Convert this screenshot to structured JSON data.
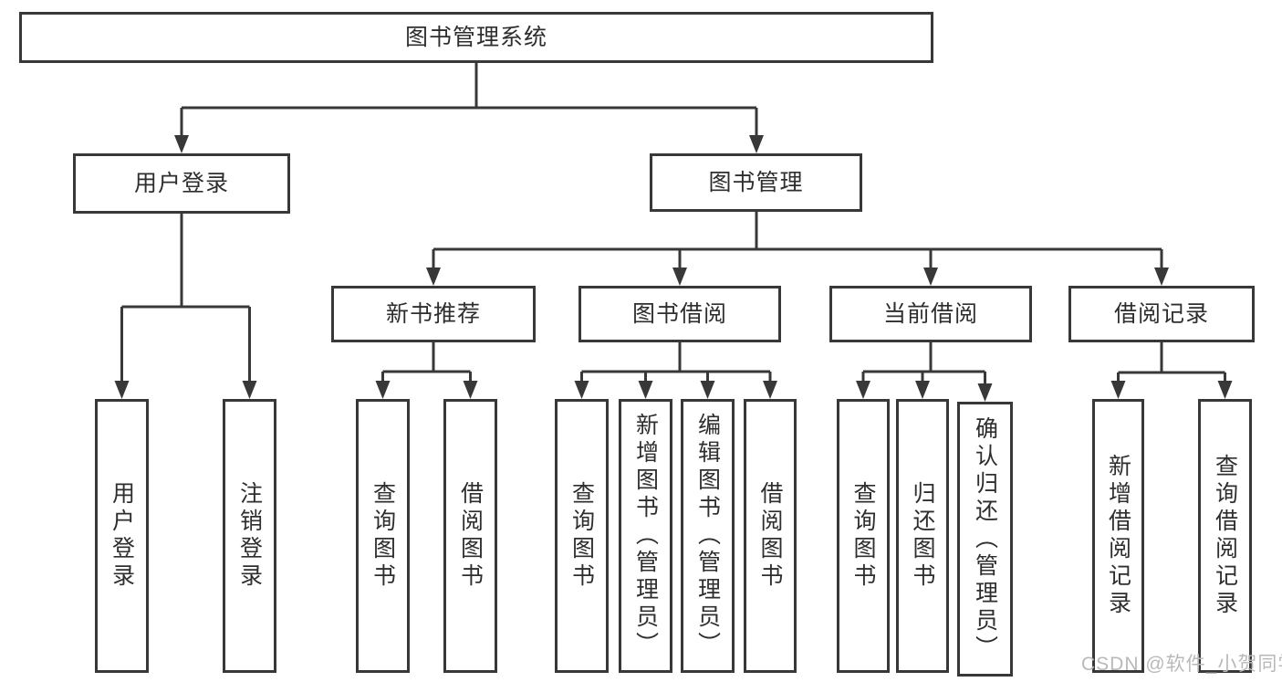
{
  "diagram": {
    "type": "hierarchy-tree",
    "orientation": "top-down",
    "colors": {
      "line": "#383838",
      "border": "#383838",
      "text": "#2e2e2e",
      "background": "#ffffff",
      "watermark": "#b9b9b9"
    },
    "tree": {
      "root": {
        "label": "图书管理系统"
      },
      "branches": [
        {
          "label": "用户登录",
          "children": [
            {
              "label": "用户登录"
            },
            {
              "label": "注销登录"
            }
          ]
        },
        {
          "label": "图书管理",
          "sections": [
            {
              "label": "新书推荐",
              "children": [
                {
                  "label": "查询图书"
                },
                {
                  "label": "借阅图书"
                }
              ]
            },
            {
              "label": "图书借阅",
              "children": [
                {
                  "label": "查询图书"
                },
                {
                  "label": "新增图书（管理员）"
                },
                {
                  "label": "编辑图书（管理员）"
                },
                {
                  "label": "借阅图书"
                }
              ]
            },
            {
              "label": "当前借阅",
              "children": [
                {
                  "label": "查询图书"
                },
                {
                  "label": "归还图书"
                },
                {
                  "label": "确认归还（管理员）"
                }
              ]
            },
            {
              "label": "借阅记录",
              "children": [
                {
                  "label": "新增借阅记录"
                },
                {
                  "label": "查询借阅记录"
                }
              ]
            }
          ]
        }
      ]
    },
    "watermark": {
      "text": "CSDN @软件_小贺同学"
    }
  }
}
